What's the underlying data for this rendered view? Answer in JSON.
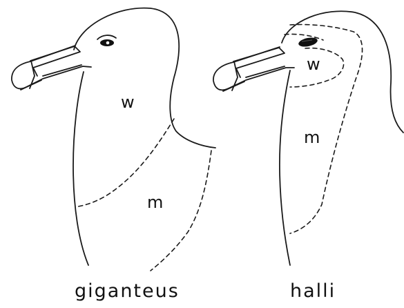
{
  "figure": {
    "left_panel": {
      "species_label": "giganteus",
      "region_upper_label": "w",
      "region_lower_label": "m"
    },
    "right_panel": {
      "species_label": "halli",
      "region_upper_label": "w",
      "region_lower_label": "m"
    }
  }
}
